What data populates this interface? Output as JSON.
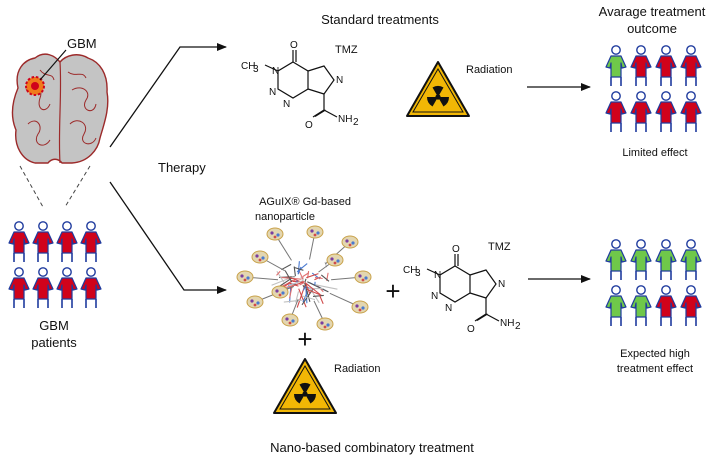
{
  "labels": {
    "gbm": "GBM",
    "gbm_patients_line1": "GBM",
    "gbm_patients_line2": "patients",
    "therapy": "Therapy",
    "standard_treatments": "Standard treatments",
    "outcome_line1": "Avarage treatment",
    "outcome_line2": "outcome",
    "limited_effect": "Limited effect",
    "nanoparticle_line1": "AGuIX® Gd-based",
    "nanoparticle_line2": "nanoparticle",
    "expected_line1": "Expected high",
    "expected_line2": "treatment effect",
    "nano_treatment": "Nano-based combinatory treatment",
    "radiation": "Radiation",
    "plus": "+"
  },
  "molecule": {
    "name": "TMZ",
    "methyl": "CH",
    "methyl_sub": "3",
    "n": "N",
    "o": "O",
    "amide": "NH",
    "amide_sub": "2"
  },
  "colors": {
    "healthy": "#6fc84a",
    "diseased": "#d0021b",
    "outline": "#1f3b9e",
    "brain": "#c4c4c4",
    "brain_edge": "#9c2a2a",
    "tumor": "#f07a1a",
    "hazard": "#f2b705"
  },
  "icons": {
    "patient": "person-icon",
    "hazard": "radiation-hazard-icon",
    "brain": "brain-icon",
    "nanoparticle": "nanoparticle-cluster-icon"
  },
  "groups": {
    "patients": [
      "red",
      "red",
      "red",
      "red",
      "red",
      "red",
      "red",
      "red"
    ],
    "standard_outcome": [
      "green",
      "red",
      "red",
      "red",
      "red",
      "red",
      "red",
      "red"
    ],
    "nano_outcome": [
      "green",
      "green",
      "green",
      "green",
      "green",
      "green",
      "red",
      "red"
    ]
  }
}
